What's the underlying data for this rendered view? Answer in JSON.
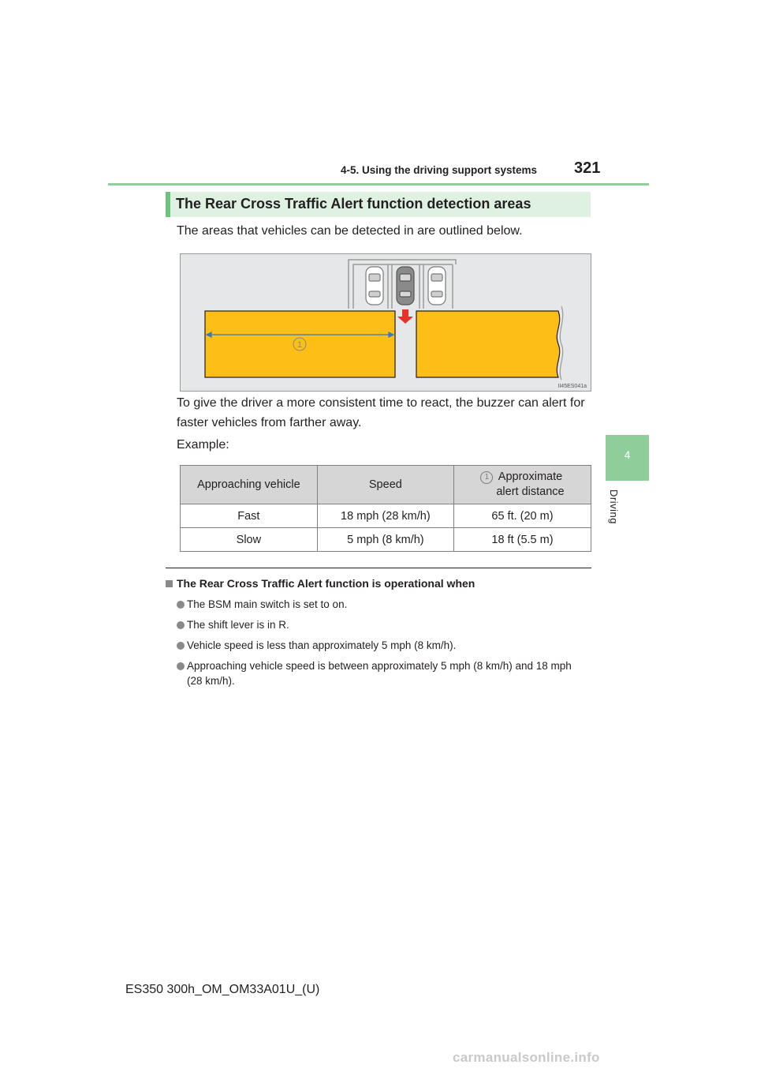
{
  "header": {
    "section": "4-5. Using the driving support systems",
    "page_number": "321"
  },
  "side_tab": {
    "number": "4",
    "label": "Driving"
  },
  "section": {
    "title": "The Rear Cross Traffic Alert function detection areas",
    "intro": "The areas that vehicles can be detected in are outlined below."
  },
  "figure": {
    "callout": "1",
    "code": "II45ES041a"
  },
  "body": {
    "paragraph": "To give the driver a more consistent time to react, the buzzer can alert for faster vehicles from farther away.",
    "example_label": "Example:"
  },
  "table": {
    "headers": [
      "Approaching vehicle",
      "Speed",
      "Approximate alert distance"
    ],
    "header_callout": "1",
    "header3_line1": "Approximate",
    "header3_line2": "alert distance",
    "rows": [
      [
        "Fast",
        "18 mph (28 km/h)",
        "65 ft. (20 m)"
      ],
      [
        "Slow",
        "5 mph (8 km/h)",
        "18 ft (5.5 m)"
      ]
    ]
  },
  "notes": {
    "title": "The Rear Cross Traffic Alert function is operational when",
    "items": [
      "The BSM main switch is set to on.",
      "The shift lever is in R.",
      "Vehicle speed is less than approximately 5 mph (8 km/h).",
      "Approaching vehicle speed is between approximately 5 mph (8 km/h) and 18 mph",
      "(28 km/h)."
    ]
  },
  "footer": {
    "doc_id": "ES350 300h_OM_OM33A01U_(U)"
  },
  "watermark": "carmanualsonline.info"
}
